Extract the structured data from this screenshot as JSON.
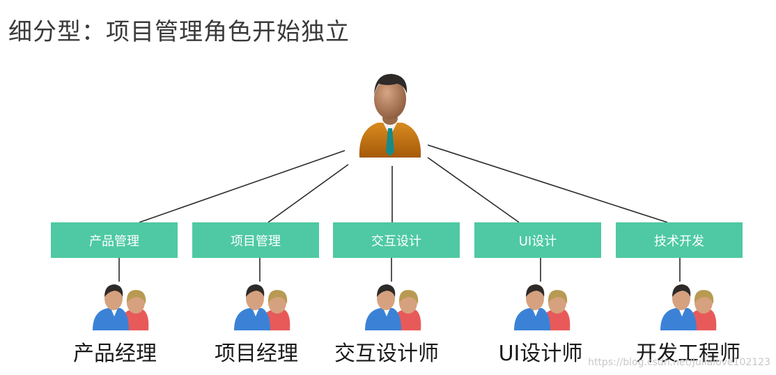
{
  "title": "细分型：项目管理角色开始独立",
  "boss": {
    "icon": "manager-avatar-icon"
  },
  "roles": [
    {
      "box_label": "产品管理",
      "person_title": "产品经理"
    },
    {
      "box_label": "项目管理",
      "person_title": "项目经理"
    },
    {
      "box_label": "交互设计",
      "person_title": "交互设计师"
    },
    {
      "box_label": "UI设计",
      "person_title": "UI设计师"
    },
    {
      "box_label": "技术开发",
      "person_title": "开发工程师"
    }
  ],
  "colors": {
    "box": "#4fc9a3",
    "line": "#2a2a2a"
  },
  "watermark": "https://blog.csdn.net/Juliaiove102123"
}
